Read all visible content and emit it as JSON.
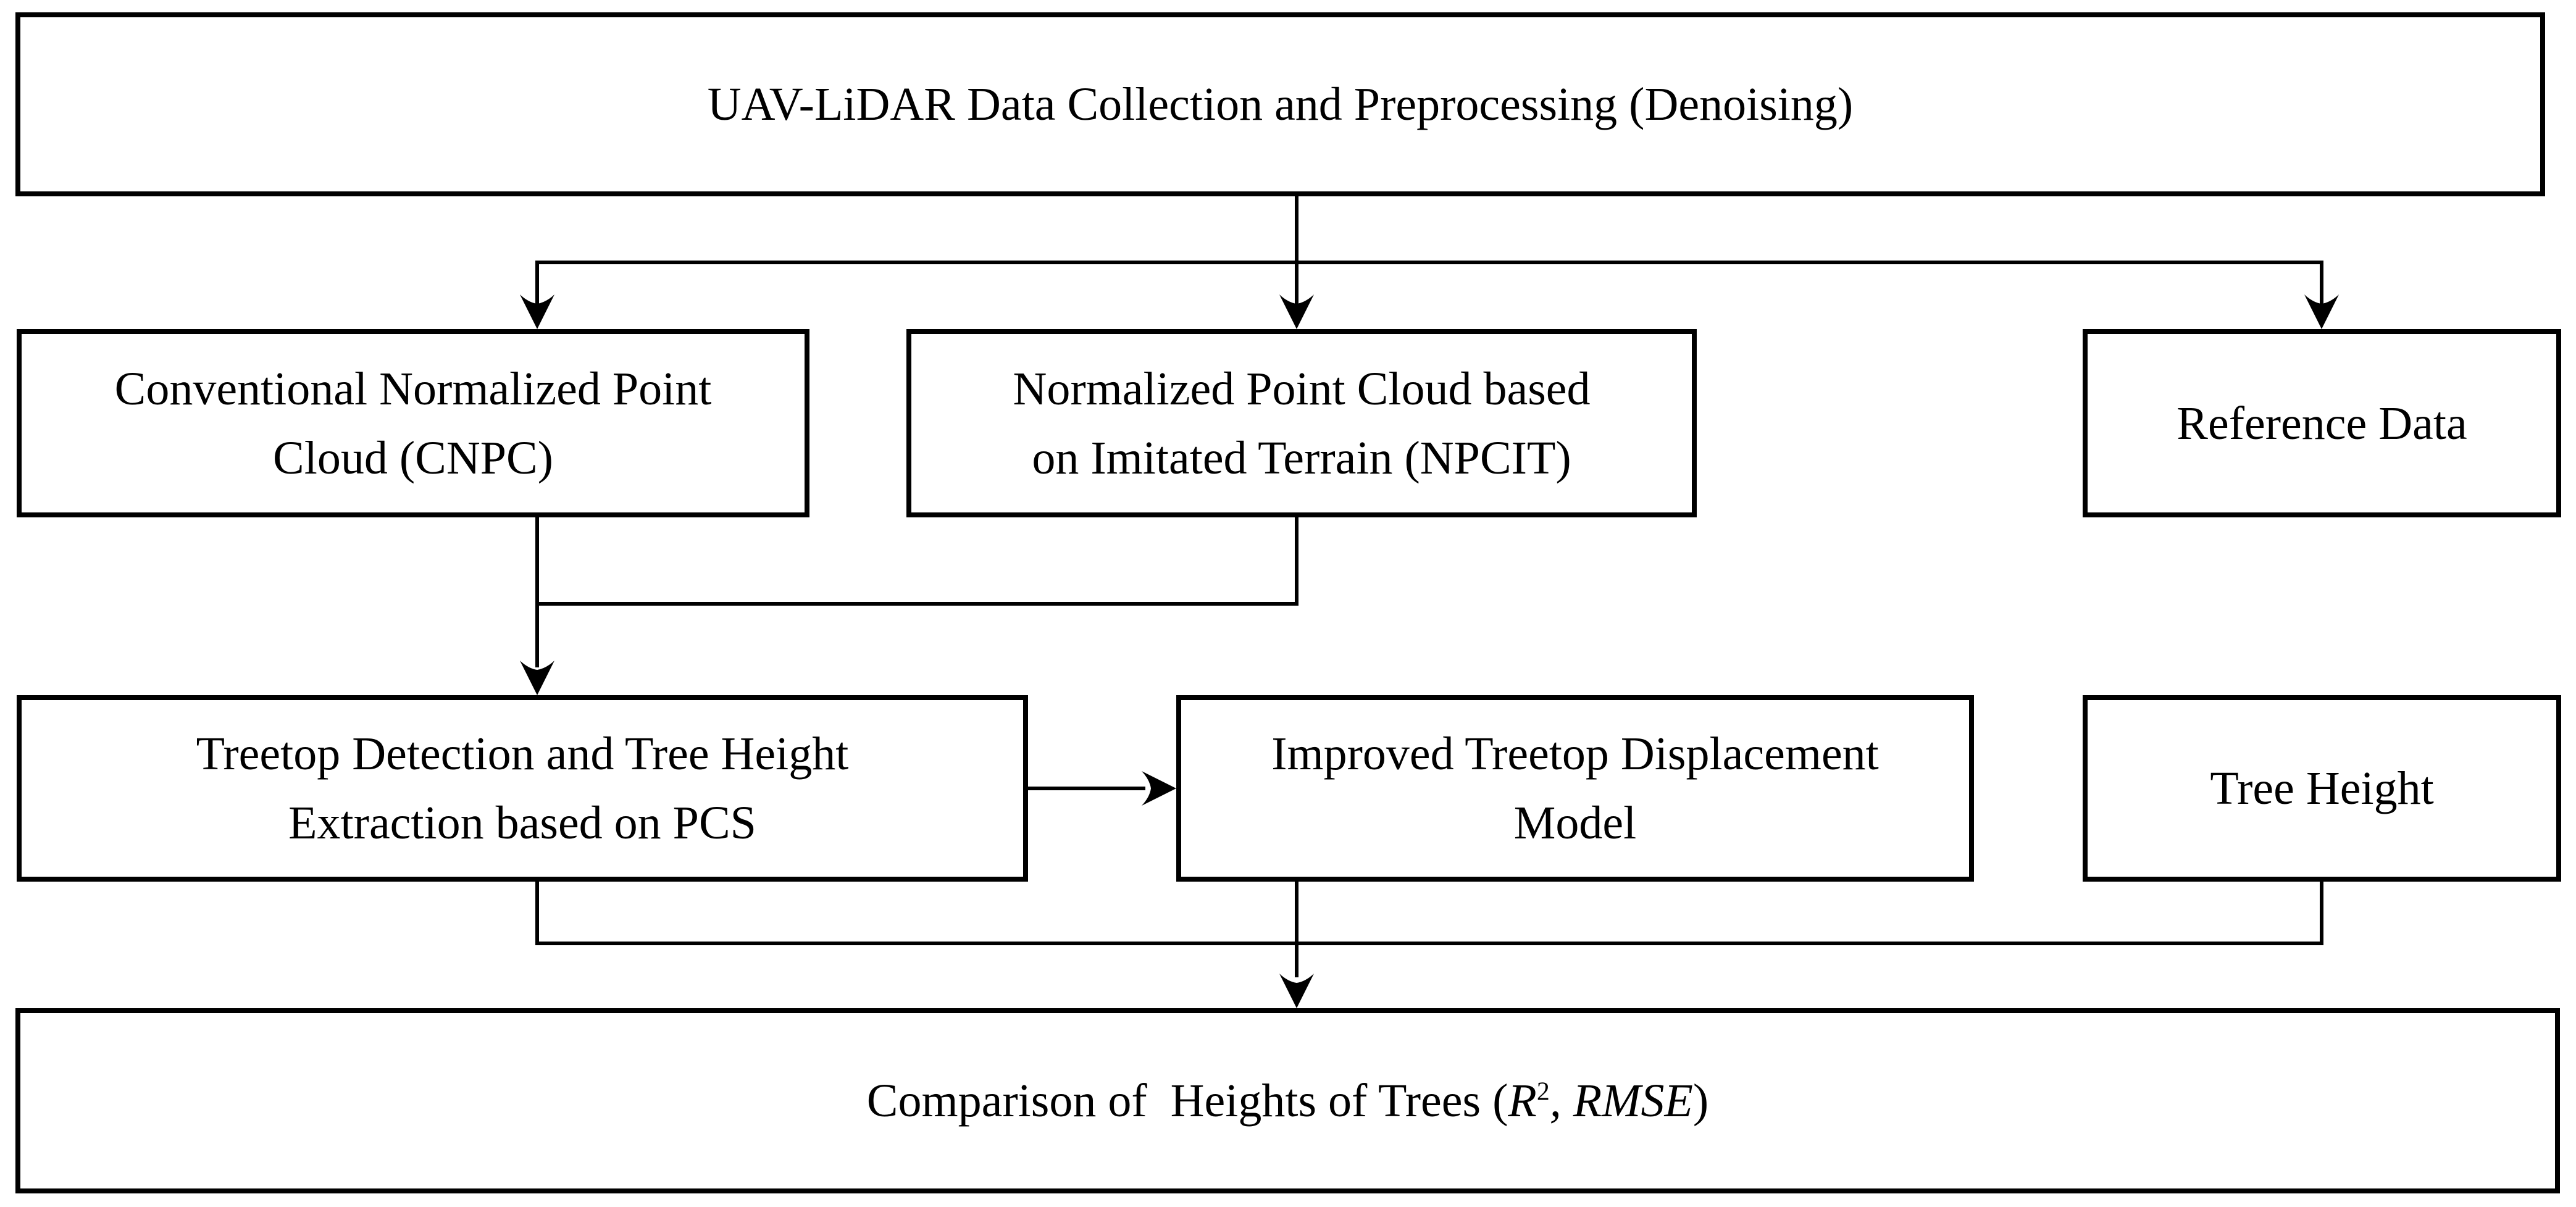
{
  "figure": {
    "type": "flowchart",
    "background_color": "#ffffff",
    "line_color": "#000000"
  },
  "boxes": {
    "top": {
      "lines": [
        "UAV-LiDAR Data Collection and Preprocessing (Denoising)"
      ]
    },
    "cnpc": {
      "lines": [
        "Conventional Normalized Point",
        "Cloud (CNPC)"
      ]
    },
    "npcit": {
      "lines": [
        "Normalized Point Cloud based",
        "on Imitated Terrain (NPCIT)"
      ]
    },
    "reference": {
      "lines": [
        "Reference Data"
      ]
    },
    "treetop": {
      "lines": [
        "Treetop Detection and Tree Height",
        "Extraction based on PCS"
      ]
    },
    "model": {
      "lines": [
        "Improved Treetop Displacement",
        "Model"
      ]
    },
    "tree_height": {
      "lines": [
        "Tree Height"
      ]
    },
    "final": {
      "prefix": "Comparison of  Heights of Trees (",
      "r": "R",
      "r_sup": "2",
      "sep": ", ",
      "rmse": "RMSE",
      "suffix": ")"
    }
  }
}
